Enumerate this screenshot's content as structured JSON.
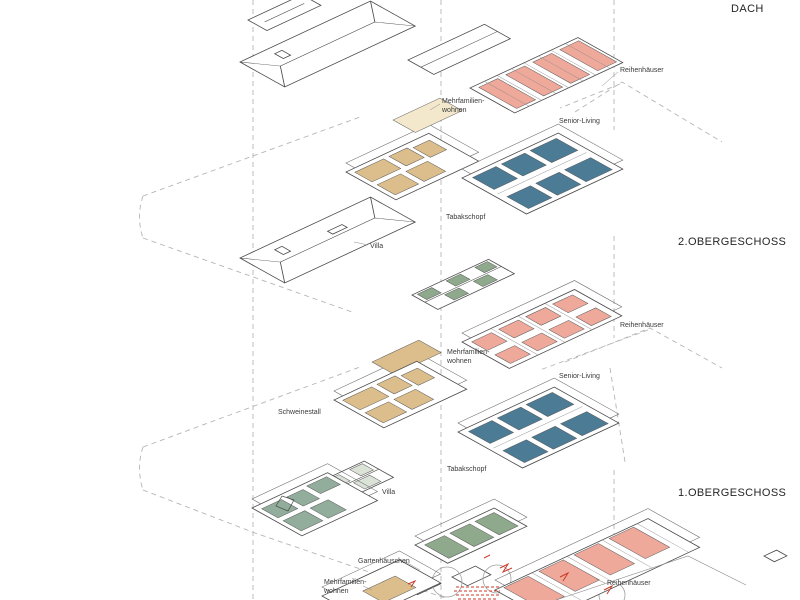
{
  "levels": {
    "dach": "DACH",
    "og2": "2.OBERGESCHOSS",
    "og1": "1.OBERGESCHOSS"
  },
  "labels": {
    "reihenhaeuser_dach": "Reihenhäuser",
    "mfw_dach_line1": "Mehrfamilien-",
    "mfw_dach_line2": "wohnen",
    "senior_dach": "Senior-Living",
    "tabakschopf_og2": "Tabakschopf",
    "villa_og2": "Villa",
    "reihenhaeuser_og2": "Reihenhäuser",
    "mfw_og2_line1": "Mehrfamilien-",
    "mfw_og2_line2": "wohnen",
    "senior_og2": "Senior-Living",
    "schweinestall": "Schweinestall",
    "tabakschopf_og1": "Tabakschopf",
    "villa_og1": "Villa",
    "gartenhaeuschen": "Gartenhäuschen",
    "mfw_eg_line1": "Mehrfamilien-",
    "mfw_eg_line2": "wohnen",
    "reihenhaeuser_eg": "Reihenhäuser"
  },
  "colors": {
    "apartment_tan": "#dcbe8c",
    "attic_light_tan": "#f3e8cb",
    "senior_blue": "#4b7b95",
    "rowhouse_pink": "#efa99b",
    "tabakschopf_green": "#8fa98c",
    "villa_green": "#92ad9b",
    "schweinestall_pale": "#dbe2d8",
    "red_accent": "#cc3a28",
    "line_dark": "#4a4a4a",
    "dash_gray": "#b5b5b5"
  }
}
